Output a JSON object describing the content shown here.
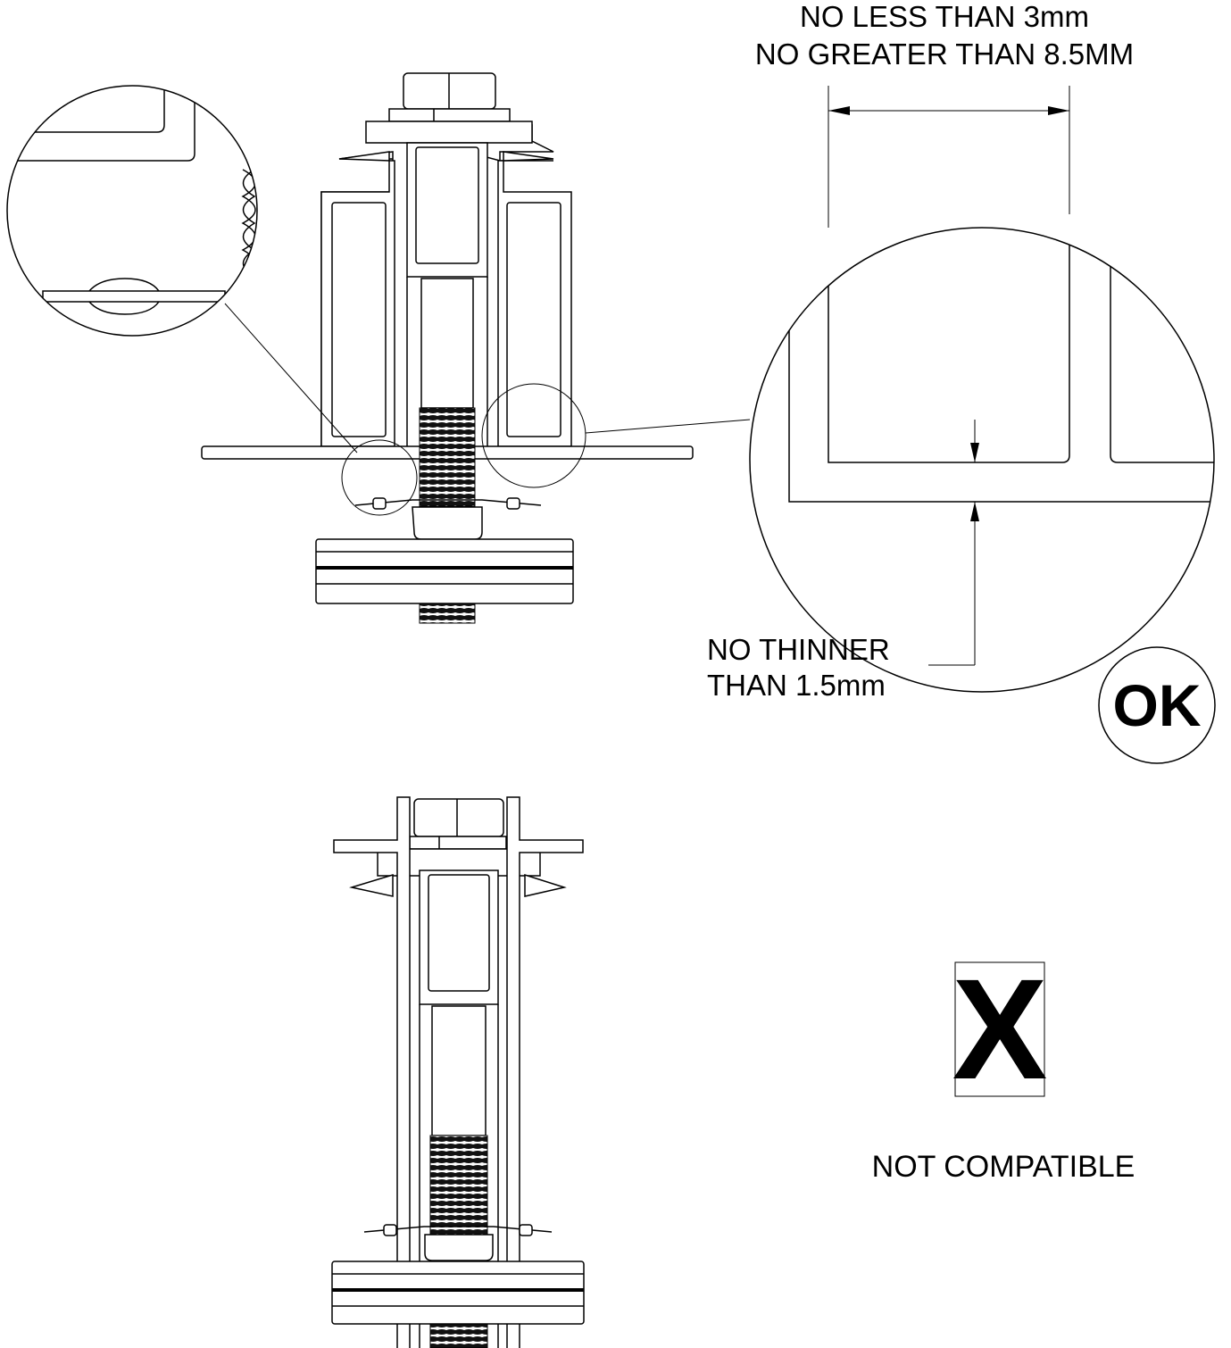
{
  "annotations": {
    "slot_width_line1": "NO LESS THAN 3mm",
    "slot_width_line2": "NO GREATER THAN 8.5MM",
    "wall_thickness_line1": "NO THINNER",
    "wall_thickness_line2": "THAN 1.5mm",
    "ok_badge": "OK",
    "x_badge": "X",
    "not_compatible": "NOT COMPATIBLE"
  },
  "colors": {
    "line": "#000000",
    "background": "#ffffff"
  }
}
